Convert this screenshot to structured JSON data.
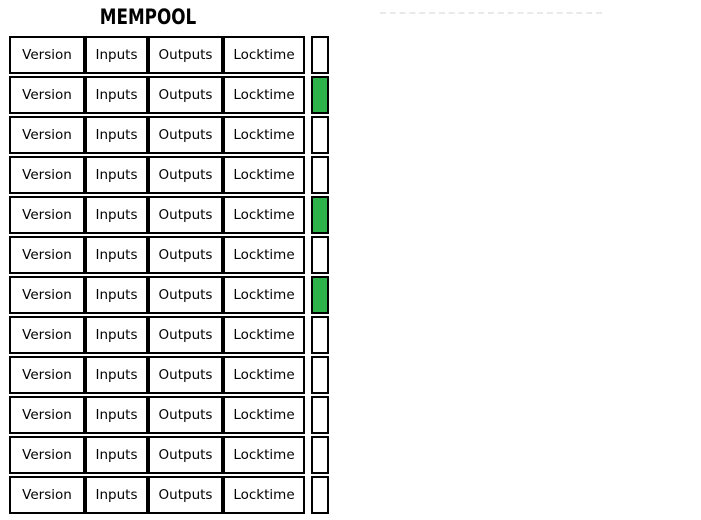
{
  "title": "MEMPOOL",
  "mempool": {
    "field_labels": [
      "Version",
      "Inputs",
      "Outputs",
      "Locktime"
    ],
    "transactions": [
      {
        "flag": "white"
      },
      {
        "flag": "green"
      },
      {
        "flag": "white"
      },
      {
        "flag": "white"
      },
      {
        "flag": "green"
      },
      {
        "flag": "white"
      },
      {
        "flag": "green"
      },
      {
        "flag": "white"
      },
      {
        "flag": "white"
      },
      {
        "flag": "white"
      },
      {
        "flag": "white"
      },
      {
        "flag": "white"
      }
    ]
  },
  "colors": {
    "flag_green": "#2eb24a",
    "flag_white": "#ffffff",
    "box_border": "#000000",
    "dashed_line": "#e9e9e9"
  }
}
